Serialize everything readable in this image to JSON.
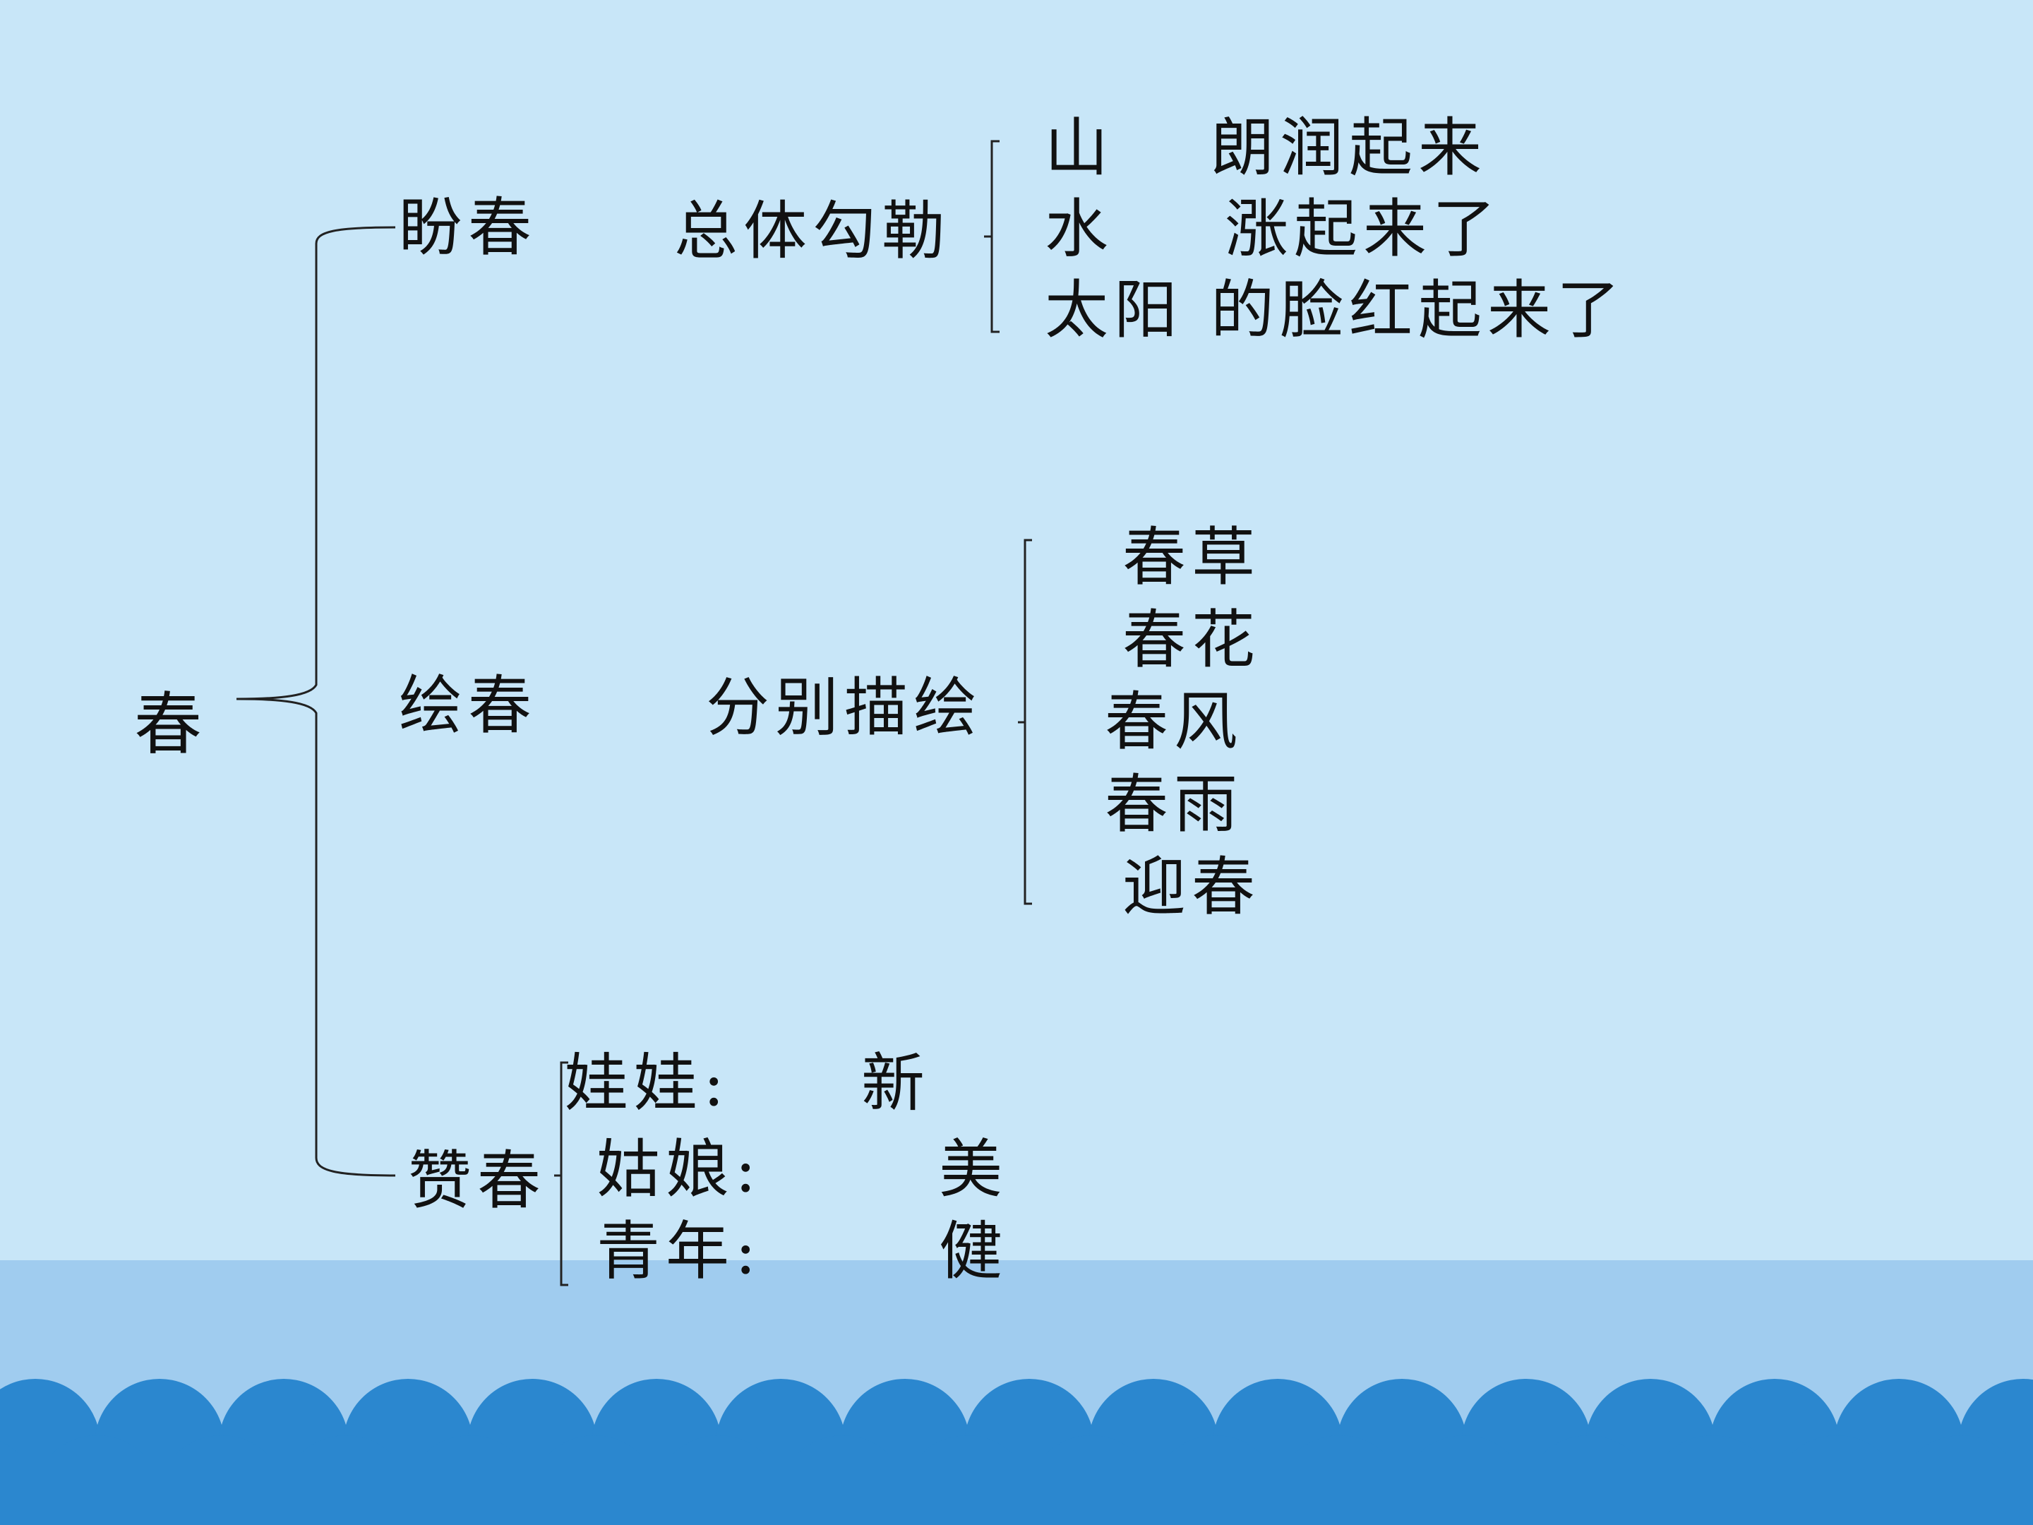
{
  "root": "春",
  "branches": [
    {
      "label": "盼春",
      "method": "总体勾勒",
      "items": [
        {
          "subject": "山",
          "desc": "朗润起来"
        },
        {
          "subject": "水",
          "desc": "涨起来了"
        },
        {
          "subject": "太阳",
          "desc": "的脸红起来了"
        }
      ]
    },
    {
      "label": "绘春",
      "method": "分别描绘",
      "items": [
        "春草",
        "春花",
        "春风",
        "春雨",
        "迎春"
      ]
    },
    {
      "label": "赞春",
      "items": [
        {
          "subject": "娃娃:",
          "desc": "新"
        },
        {
          "subject": "姑娘:",
          "desc": "美"
        },
        {
          "subject": "青年:",
          "desc": "健"
        }
      ]
    }
  ],
  "colors": {
    "background": "#c8e6f8",
    "sea_band": "#a0ccef",
    "wave": "#2b87cf",
    "line": "#222222"
  }
}
